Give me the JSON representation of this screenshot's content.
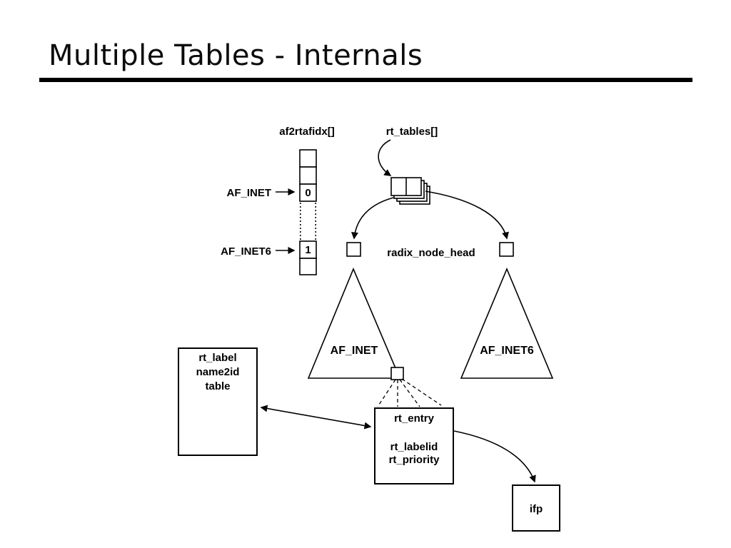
{
  "slide": {
    "title": "Multiple Tables - Internals"
  },
  "diagram": {
    "array_title": "af2rtafidx[]",
    "tables_title": "rt_tables[]",
    "af_inet": "AF_INET",
    "af_inet6": "AF_INET6",
    "cell_inet_value": "0",
    "cell_inet6_value": "1",
    "radix_node_head": "radix_node_head",
    "tree_inet": "AF_INET",
    "tree_inet6": "AF_INET6",
    "rt_label_box": {
      "line1": "rt_label",
      "line2": "name2id",
      "line3": "table"
    },
    "rt_entry_box": {
      "title": "rt_entry",
      "field1": "rt_labelid",
      "field2": "rt_priority"
    },
    "ifp": "ifp",
    "colors": {
      "ink": "#000000",
      "background": "#ffffff"
    }
  }
}
